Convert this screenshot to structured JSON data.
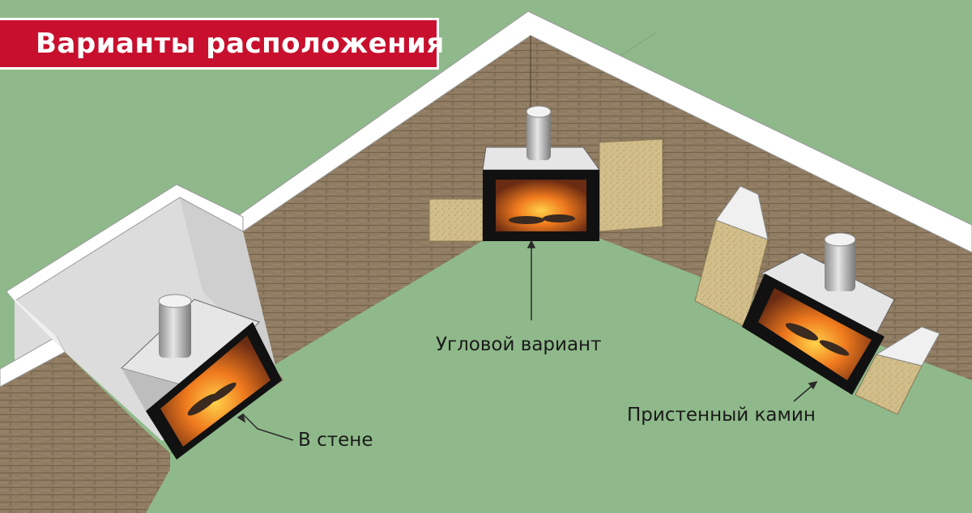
{
  "title": "Варианты расположения",
  "labels": {
    "in_wall": "В стене",
    "corner": "Угловой вариант",
    "wall_mounted": "Пристенный камин"
  },
  "colors": {
    "background": "#8fb98a",
    "banner": "#c8102e",
    "banner_text": "#ffffff",
    "wall_brick": "#8f7c62",
    "wall_top": "#ffffff",
    "niche": "#e0e0e0",
    "fireplace_frame": "#111111",
    "fire": "#e8631a",
    "side_panel": "#d2be8a",
    "label_text": "#1a1a1a"
  }
}
